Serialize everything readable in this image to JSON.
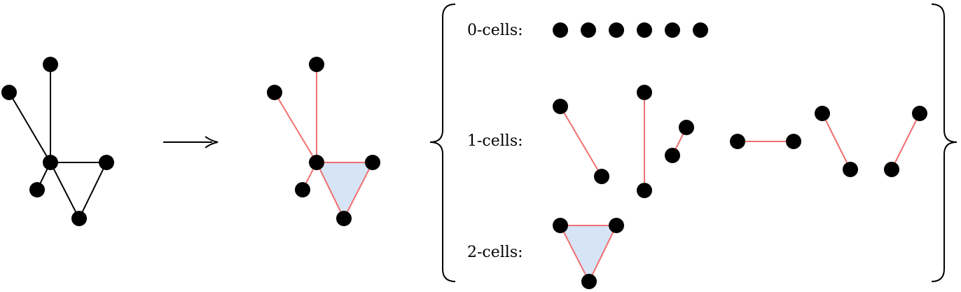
{
  "colors": {
    "vertex": "#000000",
    "graph_edge": "#000000",
    "complex_edge": "#f07070",
    "triangle_fill": "#d6e4f5",
    "arrow": "#000000",
    "brace": "#000000"
  },
  "labels": {
    "zero_cells": "0-cells:",
    "one_cells": "1-cells:",
    "two_cells": "2-cells:"
  }
}
